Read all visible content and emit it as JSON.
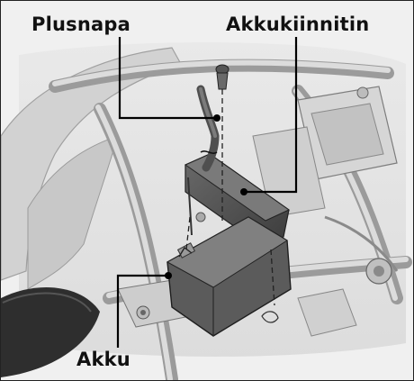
{
  "labels": {
    "positive_terminal": "Plusnapa",
    "battery_holder": "Akkukiinnitin",
    "battery": "Akku"
  }
}
